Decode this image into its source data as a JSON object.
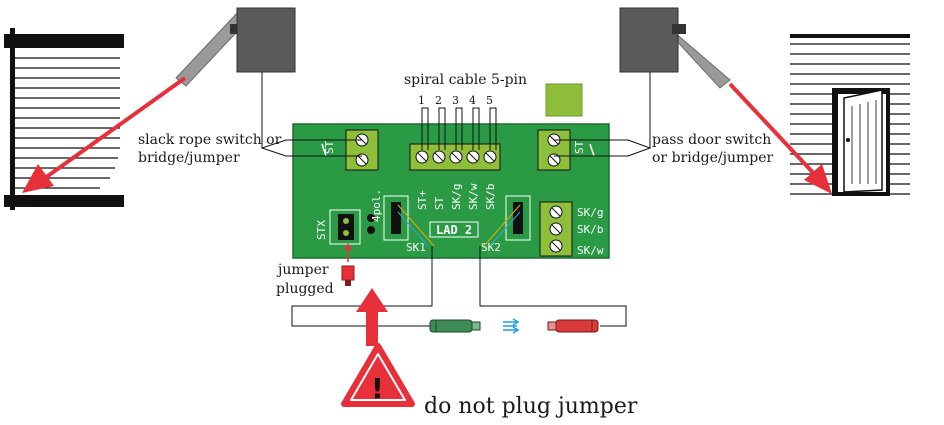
{
  "labels": {
    "spiral_cable": "spiral cable 5-pin",
    "pin_numbers": [
      "1",
      "2",
      "3",
      "4",
      "5"
    ],
    "slack_rope_line1": "slack rope switch or",
    "slack_rope_line2": "bridge/jumper",
    "pass_door_line1": "pass door switch",
    "pass_door_line2": "or bridge/jumper",
    "jumper_line1": "jumper",
    "jumper_line2": "plugged",
    "warning_text": "do not plug jumper",
    "warning_glyph": "!"
  },
  "pcb": {
    "board_name": "LAD 2",
    "st_left": "ST",
    "st_right": "ST",
    "pin_labels": [
      "ST+",
      "ST",
      "SK/g",
      "SK/w",
      "SK/b"
    ],
    "stx": "STX",
    "four_pol": "4pol.",
    "sk1": "SK1",
    "sk2": "SK2",
    "right_terminals": [
      "SK/g",
      "SK/b",
      "SK/w"
    ]
  },
  "colors": {
    "pcb_green": "#2a9a45",
    "terminal_green": "#8fbf3a",
    "warning_red": "#e8303a",
    "arrow_red": "#e8303a",
    "device_gray": "#5a5a5a",
    "arrow_blue": "#1aa0e0",
    "connector_green": "#3e8a55",
    "connector_red": "#d83a3a"
  }
}
